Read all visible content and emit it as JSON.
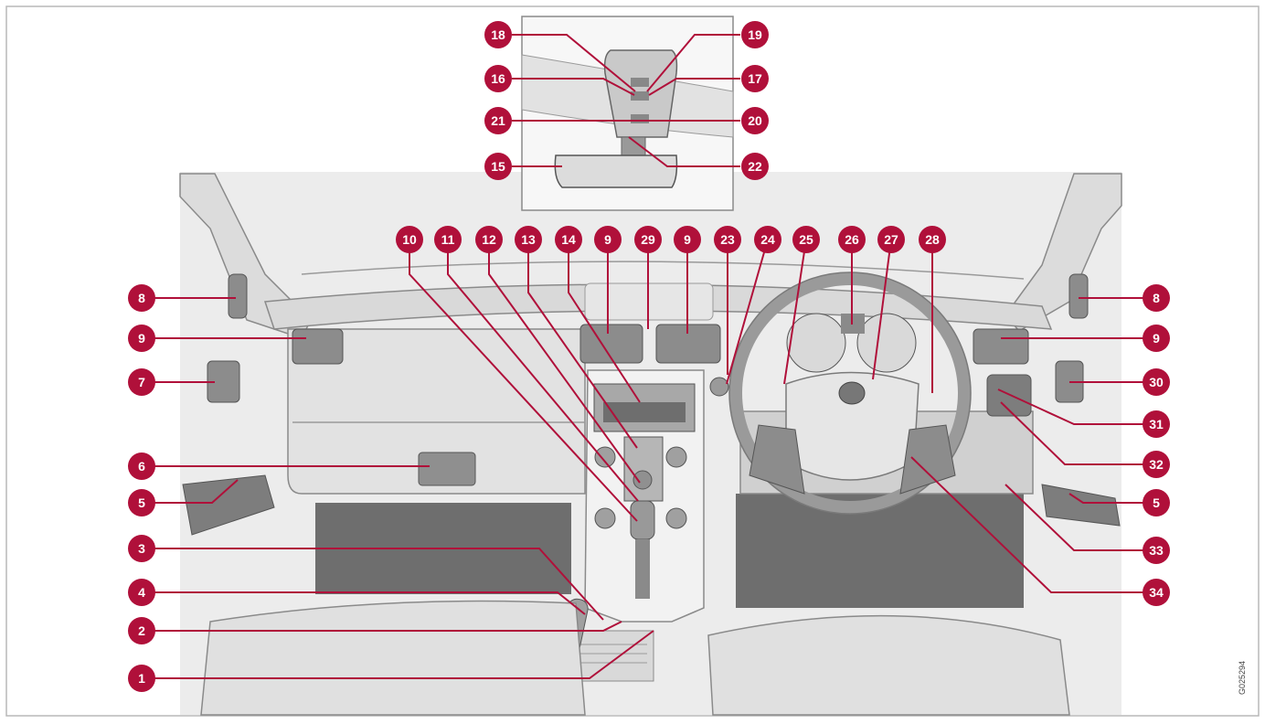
{
  "diagram": {
    "image_code": "G025294",
    "colors": {
      "callout": "#b0103a",
      "callout_text": "#ffffff",
      "interior_light": "#ececec",
      "interior_mid": "#d2d2d2",
      "floor_dark": "#6e6e6e",
      "line": "#8a8a8a"
    },
    "labels": {
      "l1": "1",
      "l2": "2",
      "l3": "3",
      "l4": "4",
      "l5a": "5",
      "l5b": "5",
      "l6": "6",
      "l7": "7",
      "l8a": "8",
      "l8b": "8",
      "l9a": "9",
      "l9b": "9",
      "l9c": "9",
      "l9d": "9",
      "l10": "10",
      "l11": "11",
      "l12": "12",
      "l13": "13",
      "l14": "14",
      "l15": "15",
      "l16": "16",
      "l17": "17",
      "l18": "18",
      "l19": "19",
      "l20": "20",
      "l21": "21",
      "l22": "22",
      "l23": "23",
      "l24": "24",
      "l25": "25",
      "l26": "26",
      "l27": "27",
      "l28": "28",
      "l29": "29",
      "l30": "30",
      "l31": "31",
      "l32": "32",
      "l33": "33",
      "l34": "34"
    }
  }
}
